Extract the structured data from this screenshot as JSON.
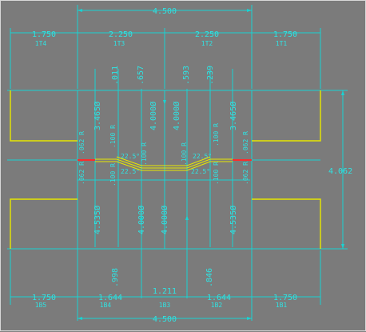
{
  "drawing": {
    "top_overall": "4.500",
    "bottom_overall": "4.500",
    "top_segments": [
      {
        "value": "1.750",
        "tag": "1T4"
      },
      {
        "value": "2.250",
        "tag": "1T3"
      },
      {
        "value": "2.250",
        "tag": "1T2"
      },
      {
        "value": "1.750",
        "tag": "1T1"
      }
    ],
    "bottom_segments": [
      {
        "value": "1.750",
        "tag": "1B5"
      },
      {
        "value": "1.644",
        "tag": "1B4"
      },
      {
        "value": "1.211",
        "tag": "1B3"
      },
      {
        "value": "1.644",
        "tag": "1B2"
      },
      {
        "value": "1.750",
        "tag": "1B1"
      }
    ],
    "top_verticals": [
      ".011",
      ".657",
      ".593",
      ".239"
    ],
    "upper_radii": [
      "3.465Ø",
      "4.000Ø",
      "4.000Ø",
      "3.465Ø"
    ],
    "lower_radii": [
      "4.535Ø",
      "4.000Ø",
      "4.000Ø",
      "4.535Ø"
    ],
    "bottom_verticals": [
      ".998",
      ".846"
    ],
    "right_height": "4.062",
    "angles": [
      "22.5°",
      "22.5°",
      "22.5°",
      "22.5°"
    ],
    "small_radii": [
      ".062 R",
      ".062 R",
      ".062 R",
      ".062 R",
      ".100 R",
      ".100 R",
      ".100 R",
      ".100 R"
    ]
  }
}
